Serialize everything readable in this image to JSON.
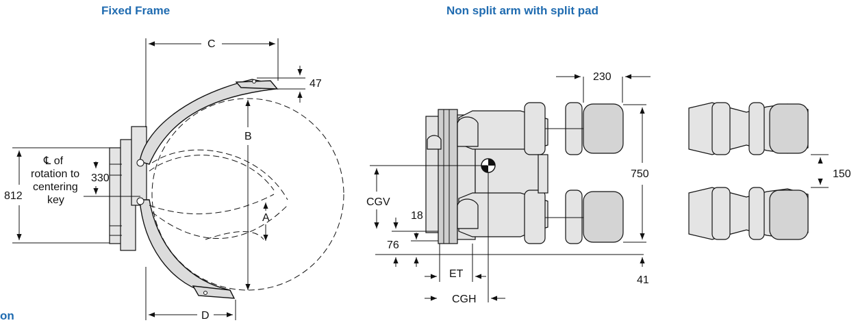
{
  "headings": {
    "fixed_frame": "Fixed Frame",
    "split_arm": "Non split arm with split pad",
    "partial": "on"
  },
  "fixed_frame": {
    "dim_c": "C",
    "dim_47": "47",
    "dim_b": "B",
    "dim_a": "A",
    "dim_d": "D",
    "dim_812": "812",
    "dim_330": "330",
    "label_line1": "℄ of",
    "label_line2": "rotation to",
    "label_line3": "centering",
    "label_line4": "key"
  },
  "split_arm": {
    "dim_230": "230",
    "dim_750": "750",
    "dim_150": "150",
    "dim_cgv": "CGV",
    "dim_18": "18",
    "dim_76": "76",
    "dim_41": "41",
    "dim_et": "ET",
    "dim_cgh": "CGH"
  },
  "colors": {
    "heading": "#1f6bb0",
    "line": "#111111",
    "part_fill": "#e4e4e4"
  }
}
